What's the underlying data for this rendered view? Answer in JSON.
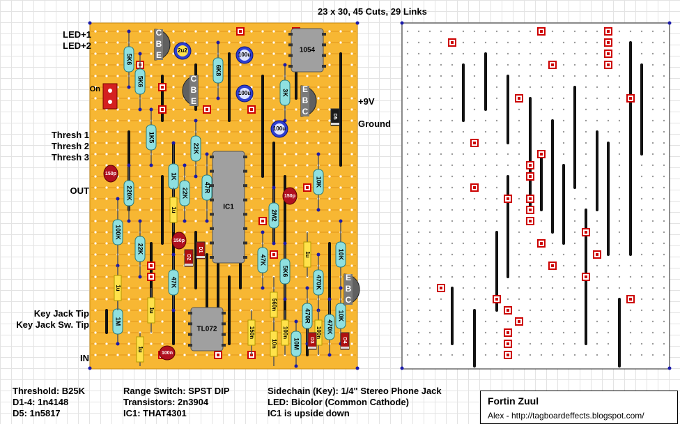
{
  "title": "23 x 30, 45 Cuts, 29 Links",
  "left_labels": {
    "led1": "LED+1",
    "led2": "LED+2",
    "on": "On",
    "thresh1": "Thresh 1",
    "thresh2": "Thresh 2",
    "thresh3": "Thresh 3",
    "out": "OUT",
    "key_tip": "Key Jack Tip",
    "key_sw_tip": "Key Jack Sw. Tip",
    "in": "IN"
  },
  "right_labels": {
    "v9": "+9V",
    "ground": "Ground"
  },
  "components": {
    "resistors": [
      "5K6",
      "5K6",
      "6K8",
      "3K",
      "1K5",
      "22K",
      "1K",
      "22K",
      "47R",
      "10K",
      "220K",
      "100K",
      "22K",
      "47K",
      "2M2",
      "47K",
      "5K6",
      "470K",
      "10K",
      "470R",
      "470K",
      "10K",
      "1M",
      "10M"
    ],
    "capacitors": [
      "2u2",
      "100u",
      "100u",
      "100u",
      "150p",
      "150p",
      "150p",
      "1u",
      "1u",
      "1u",
      "1u",
      "1u",
      "150n",
      "560n",
      "100n",
      "10n",
      "100n"
    ],
    "diodes": [
      "D5",
      "D1",
      "D2",
      "D3",
      "D4"
    ],
    "transistor_pins": [
      "C",
      "B",
      "E",
      "C",
      "B",
      "E",
      "E",
      "B",
      "C",
      "E",
      "B",
      "C"
    ],
    "ics": [
      "1054",
      "IC1",
      "TL072"
    ]
  },
  "notes": {
    "threshold": "Threshold: B25K",
    "diodes14": "D1-4: 1n4148",
    "d5": "D5: 1n5817",
    "range": "Range Switch: SPST DIP",
    "transistors": "Transistors: 2n3904",
    "ic1": "IC1: THAT4301",
    "sidechain": "Sidechain (Key): 1/4\" Stereo Phone Jack",
    "led": "LED: Bicolor (Common Cathode)",
    "ic1_note": "IC1 is upside down"
  },
  "credit": {
    "title": "Fortin Zuul",
    "subtitle": "Alex - http://tagboardeffects.blogspot.com/"
  },
  "colors": {
    "board": "#f7b733",
    "strip_line": "#e0961a",
    "link": "#111111",
    "cut": "#cc0000",
    "resistor": "#8fe0e0",
    "cap_film": "#ffe24a",
    "cap_elec": "#2f3fd0",
    "cap_ceramic": "#b01020",
    "diode": "#b01010",
    "ic": "#a0a0a0",
    "transistor": "#606060"
  }
}
